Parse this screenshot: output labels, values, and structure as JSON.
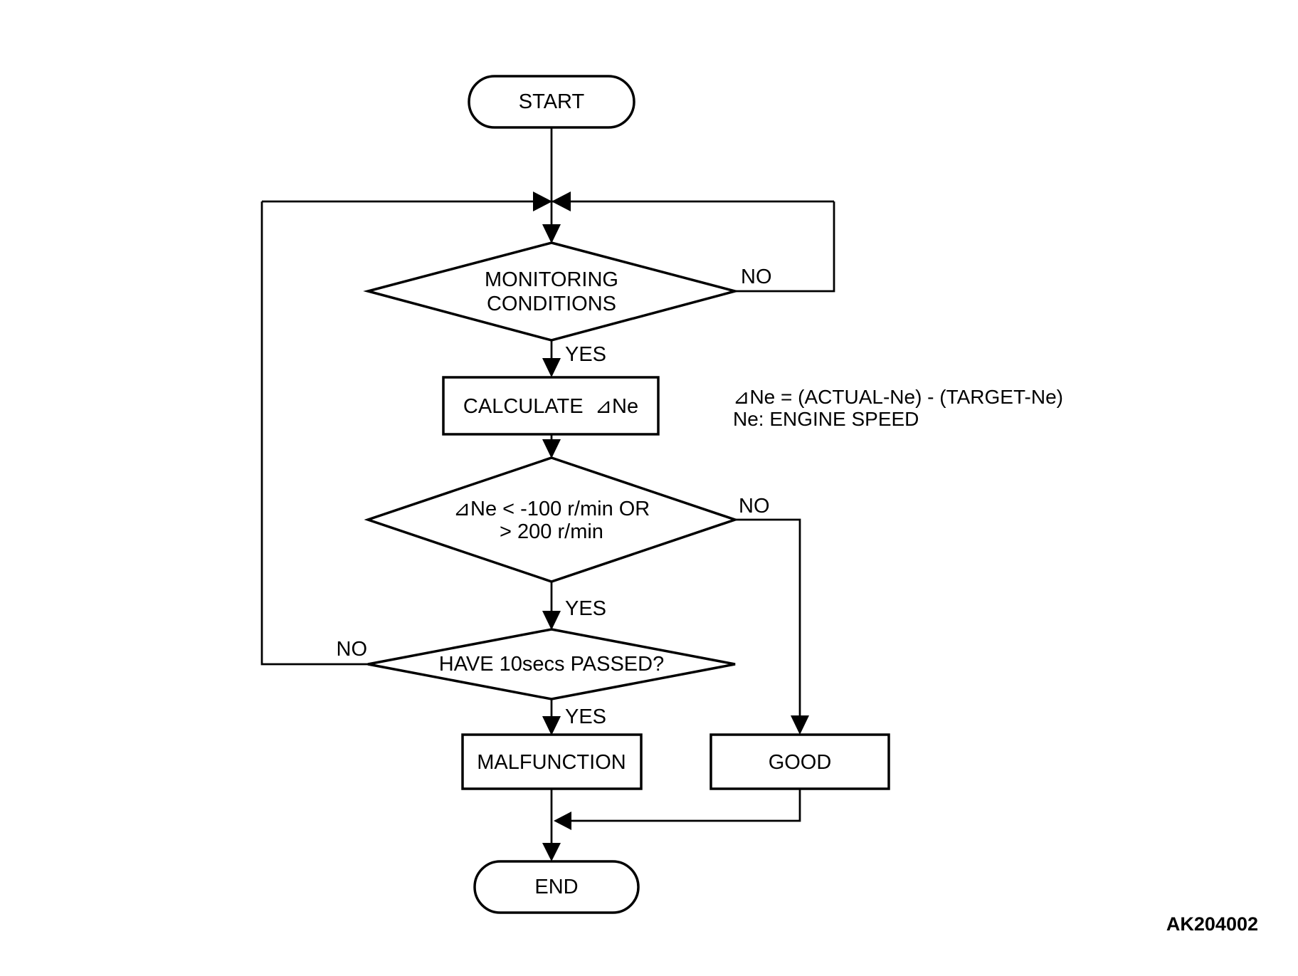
{
  "diagram": {
    "background_color": "#ffffff",
    "line_color": "#000000",
    "figure_code": "AK204002",
    "nodes": {
      "start": {
        "type": "terminator",
        "label": "START"
      },
      "monitoring_conditions": {
        "type": "decision",
        "line1": "MONITORING",
        "line2": "CONDITIONS"
      },
      "calculate": {
        "type": "process",
        "label": "CALCULATE  ⊿Ne"
      },
      "delta_ne_check": {
        "type": "decision",
        "line1": "⊿Ne < -100 r/min OR",
        "line2": "> 200 r/min"
      },
      "ten_secs_passed": {
        "type": "decision",
        "label": "HAVE 10secs PASSED?"
      },
      "malfunction": {
        "type": "process",
        "label": "MALFUNCTION"
      },
      "good": {
        "type": "process",
        "label": "GOOD"
      },
      "end": {
        "type": "terminator",
        "label": "END"
      }
    },
    "edge_labels": {
      "monitoring_no": "NO",
      "monitoring_yes": "YES",
      "delta_no": "NO",
      "delta_yes": "YES",
      "tensecs_no": "NO",
      "tensecs_yes": "YES"
    },
    "note": {
      "line1": "⊿Ne = (ACTUAL-Ne) - (TARGET-Ne)",
      "line2": "Ne: ENGINE SPEED"
    }
  }
}
